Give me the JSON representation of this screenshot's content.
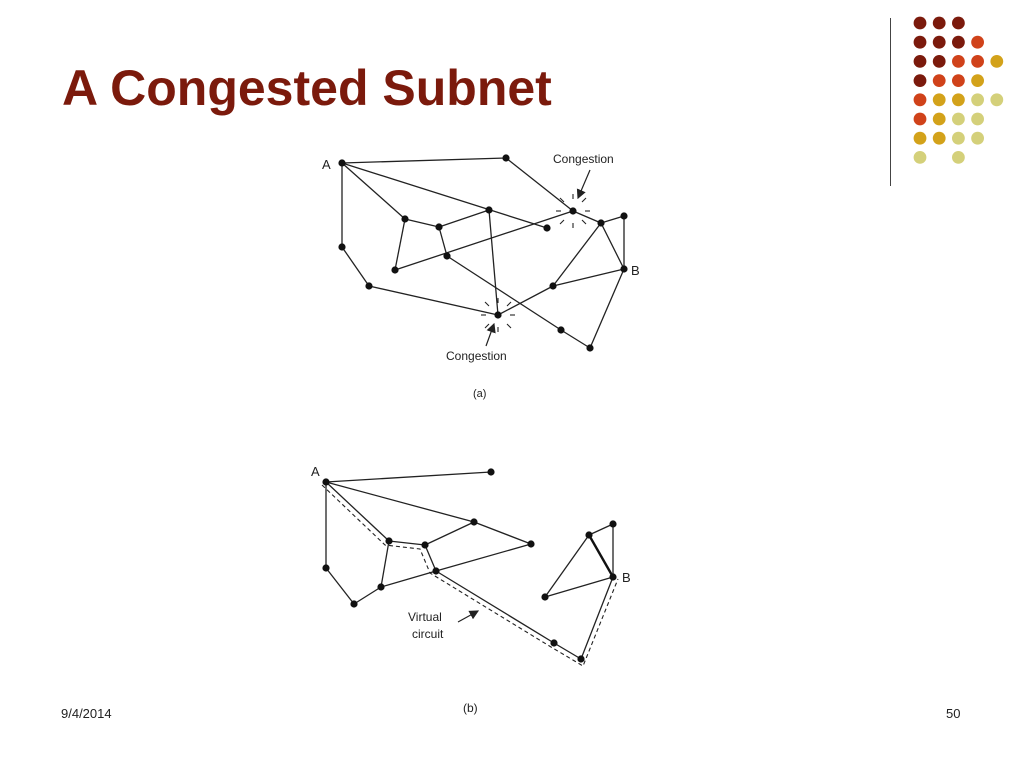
{
  "slide": {
    "title": "A Congested Subnet",
    "date": "9/4/2014",
    "page_number": "50"
  },
  "colors": {
    "title": "#7b1a0c",
    "dark_red": "#7b1a0c",
    "orange_red": "#d0421a",
    "gold": "#d3a21a",
    "pale_olive": "#d4d07a"
  },
  "figure_a": {
    "caption": "(a)",
    "node_a_label": "A",
    "node_b_label": "B",
    "congestion_label_top": "Congestion",
    "congestion_label_bottom": "Congestion"
  },
  "figure_b": {
    "caption": "(b)",
    "node_a_label": "A",
    "node_b_label": "B",
    "vc_label_line1": "Virtual",
    "vc_label_line2": "circuit"
  }
}
